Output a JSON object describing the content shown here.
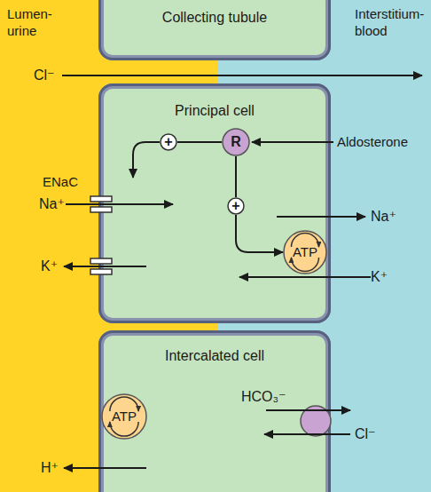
{
  "diagram": {
    "nodes": [
      {
        "text": [
          "Lumen- urine"
        ]
      },
      {
        "text": [
          "Interstitium- blood"
        ]
      },
      {
        "text": [
          "Collecting tubule"
        ]
      },
      {
        "text": [
          "Principal cell"
        ]
      },
      {
        "text": [
          "+"
        ],
        "in": 3
      },
      {
        "text": [
          "R"
        ],
        "in": 3
      },
      {
        "text": [
          "+"
        ],
        "in": 3
      },
      {
        "text": [
          "ATP"
        ],
        "in": 3
      },
      {
        "text": [
          "Intercalated cell"
        ]
      },
      {
        "text": [
          "ATP"
        ],
        "in": 8
      }
    ],
    "edges": [
      {
        "from": 5,
        "to": 4,
        "arrow": "none"
      },
      {
        "from": 5,
        "to": 6,
        "arrow": "none"
      },
      {
        "from": 6,
        "to": 7,
        "arrow": "to"
      }
    ],
    "labels": [
      "Cl⁻",
      "ENaC",
      "Na⁺",
      "K⁺",
      "Aldosterone",
      "Na⁺",
      "K⁺",
      "HCO₃⁻",
      "Cl⁻",
      "H⁺"
    ]
  }
}
